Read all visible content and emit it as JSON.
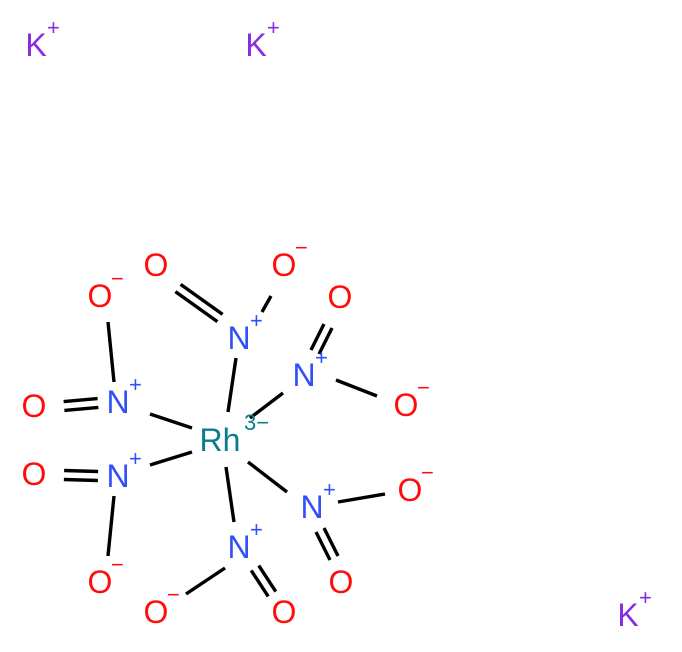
{
  "colors": {
    "K": "#8a2be2",
    "O": "#ff0d0d",
    "N": "#3050f8",
    "Rh": "#0a7d8c",
    "bond": "#000000"
  },
  "atoms": [
    {
      "label": "K",
      "charge": "+",
      "element": "K"
    },
    {
      "label": "K",
      "charge": "+",
      "element": "K"
    },
    {
      "label": "K",
      "charge": "+",
      "element": "K"
    },
    {
      "label": "Rh",
      "charge": "3−",
      "element": "Rh"
    },
    {
      "label": "N",
      "charge": "+",
      "element": "N"
    },
    {
      "label": "O",
      "charge": "",
      "element": "O"
    },
    {
      "label": "O",
      "charge": "−",
      "element": "O"
    },
    {
      "label": "N",
      "charge": "+",
      "element": "N"
    },
    {
      "label": "O",
      "charge": "",
      "element": "O"
    },
    {
      "label": "O",
      "charge": "−",
      "element": "O"
    },
    {
      "label": "N",
      "charge": "+",
      "element": "N"
    },
    {
      "label": "O",
      "charge": "",
      "element": "O"
    },
    {
      "label": "O",
      "charge": "−",
      "element": "O"
    },
    {
      "label": "N",
      "charge": "+",
      "element": "N"
    },
    {
      "label": "O",
      "charge": "",
      "element": "O"
    },
    {
      "label": "O",
      "charge": "−",
      "element": "O"
    },
    {
      "label": "N",
      "charge": "+",
      "element": "N"
    },
    {
      "label": "O",
      "charge": "−",
      "element": "O"
    },
    {
      "label": "O",
      "charge": "",
      "element": "O"
    },
    {
      "label": "N",
      "charge": "+",
      "element": "N"
    },
    {
      "label": "O",
      "charge": "−",
      "element": "O"
    },
    {
      "label": "O",
      "charge": "",
      "element": "O"
    }
  ]
}
